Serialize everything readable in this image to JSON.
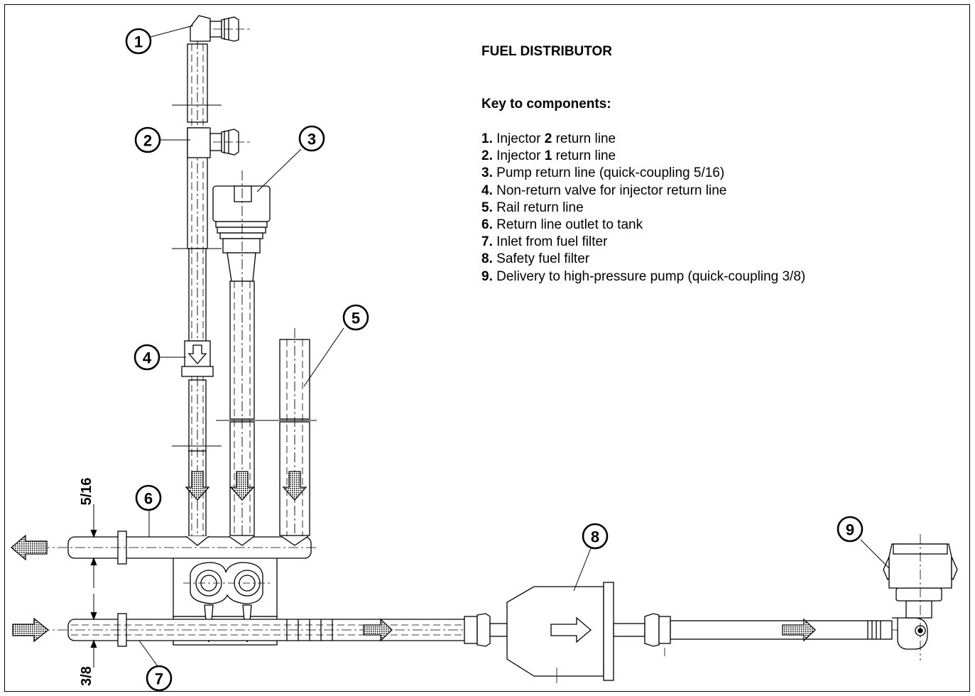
{
  "title": "FUEL DISTRIBUTOR",
  "key_heading": "Key to components:",
  "components": [
    {
      "num": "1.",
      "pre": "Injector ",
      "bold": "2",
      "post": " return line"
    },
    {
      "num": "2.",
      "pre": "Injector ",
      "bold": "1",
      "post": " return line"
    },
    {
      "num": "3.",
      "pre": "Pump return line (quick-coupling 5/16)",
      "bold": "",
      "post": ""
    },
    {
      "num": "4.",
      "pre": "Non-return valve for injector return line",
      "bold": "",
      "post": ""
    },
    {
      "num": "5.",
      "pre": "Rail return line",
      "bold": "",
      "post": ""
    },
    {
      "num": "6.",
      "pre": "Return line outlet to tank",
      "bold": "",
      "post": ""
    },
    {
      "num": "7.",
      "pre": "Inlet from fuel filter",
      "bold": "",
      "post": ""
    },
    {
      "num": "8.",
      "pre": "Safety fuel filter",
      "bold": "",
      "post": ""
    },
    {
      "num": "9.",
      "pre": "Delivery to high-pressure pump (quick-coupling 3/8)",
      "bold": "",
      "post": ""
    }
  ],
  "callouts": [
    "1",
    "2",
    "3",
    "4",
    "5",
    "6",
    "7",
    "8",
    "9"
  ],
  "dimensions": {
    "upper": "5/16",
    "lower": "3/8"
  }
}
